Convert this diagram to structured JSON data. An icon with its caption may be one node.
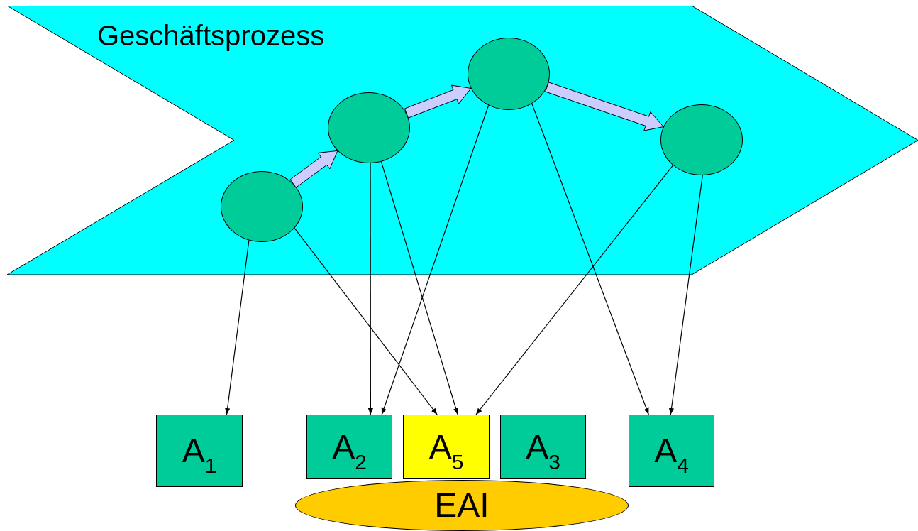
{
  "diagram": {
    "nodes": [
      {
        "text": [
          "Geschäftsprozess"
        ]
      },
      {
        "text": [],
        "shape": "circle",
        "in": 0
      },
      {
        "text": [],
        "shape": "circle",
        "in": 0
      },
      {
        "text": [],
        "shape": "circle",
        "in": 0
      },
      {
        "text": [],
        "shape": "circle",
        "in": 0
      },
      {
        "text": [
          "A$_{1}$"
        ]
      },
      {
        "text": [
          "A$_{2}$"
        ]
      },
      {
        "text": [
          "A$_{5}$"
        ]
      },
      {
        "text": [
          "A$_{3}$"
        ]
      },
      {
        "text": [
          "A$_{4}$"
        ]
      },
      {
        "text": [
          "EAI"
        ]
      }
    ],
    "edges": [
      {
        "from": 1,
        "to": 2,
        "arrow": "to",
        "style": "thick",
        "color": "#ccccff"
      },
      {
        "from": 2,
        "to": 3,
        "arrow": "to",
        "style": "thick",
        "color": "#ccccff"
      },
      {
        "from": 3,
        "to": 4,
        "arrow": "to",
        "style": "thick",
        "color": "#ccccff"
      },
      {
        "from": 1,
        "to": 5,
        "arrow": "to"
      },
      {
        "from": 1,
        "to": 7,
        "arrow": "to"
      },
      {
        "from": 2,
        "to": 6,
        "arrow": "to"
      },
      {
        "from": 2,
        "to": 7,
        "arrow": "to"
      },
      {
        "from": 3,
        "to": 6,
        "arrow": "to"
      },
      {
        "from": 3,
        "to": 9,
        "arrow": "to"
      },
      {
        "from": 4,
        "to": 7,
        "arrow": "to"
      },
      {
        "from": 4,
        "to": 9,
        "arrow": "to"
      }
    ]
  }
}
